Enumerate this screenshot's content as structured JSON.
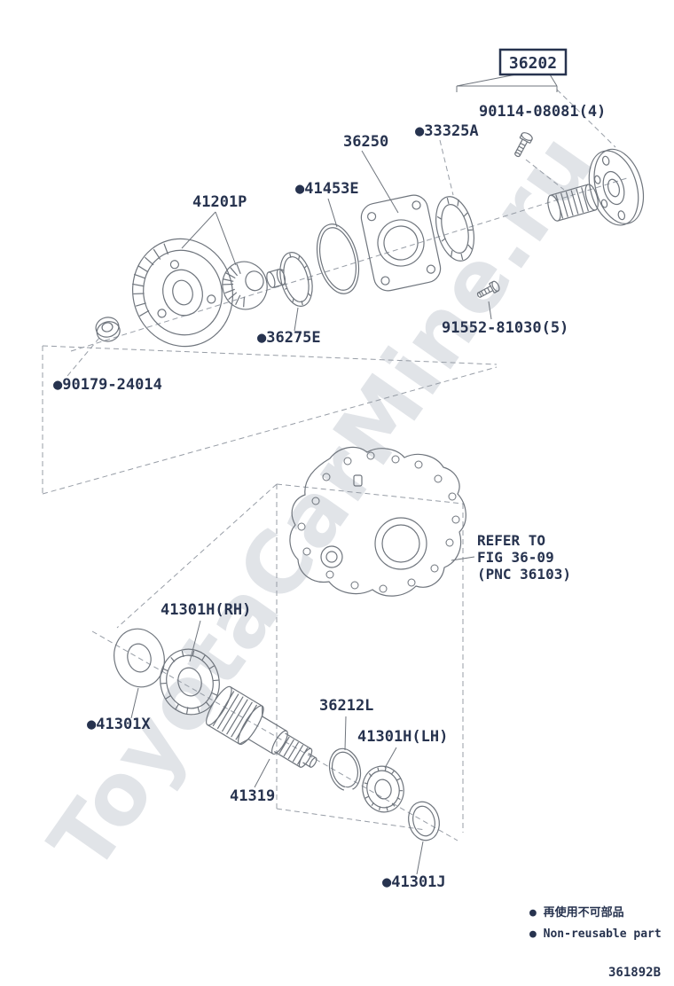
{
  "watermark": "ToyotaCarMine.ru",
  "drawing_number": "361892B",
  "highlighted_part": "36202",
  "parts": {
    "bolt_companion_flange": "90114-08081(4)",
    "spacer": "●33325A",
    "bearing_retainer": "36250",
    "o_ring": "●41453E",
    "diff_case_assembly": "41201P",
    "shim": "●36275E",
    "nut": "●90179-24014",
    "bolt_case": "91552-81030(5)",
    "bearing_front_rh": "41301H(RH)",
    "washer": "●41301X",
    "snap_ring": "36212L",
    "bearing_front_lh": "41301H(LH)",
    "driven_pinion": "41319",
    "oil_seal": "●41301J"
  },
  "note": {
    "line1": "REFER TO",
    "line2": "FIG 36-09",
    "line3": "(PNC 36103)"
  },
  "legend": {
    "jp": "● 再使用不可部品",
    "en": "● Non-reusable part"
  }
}
